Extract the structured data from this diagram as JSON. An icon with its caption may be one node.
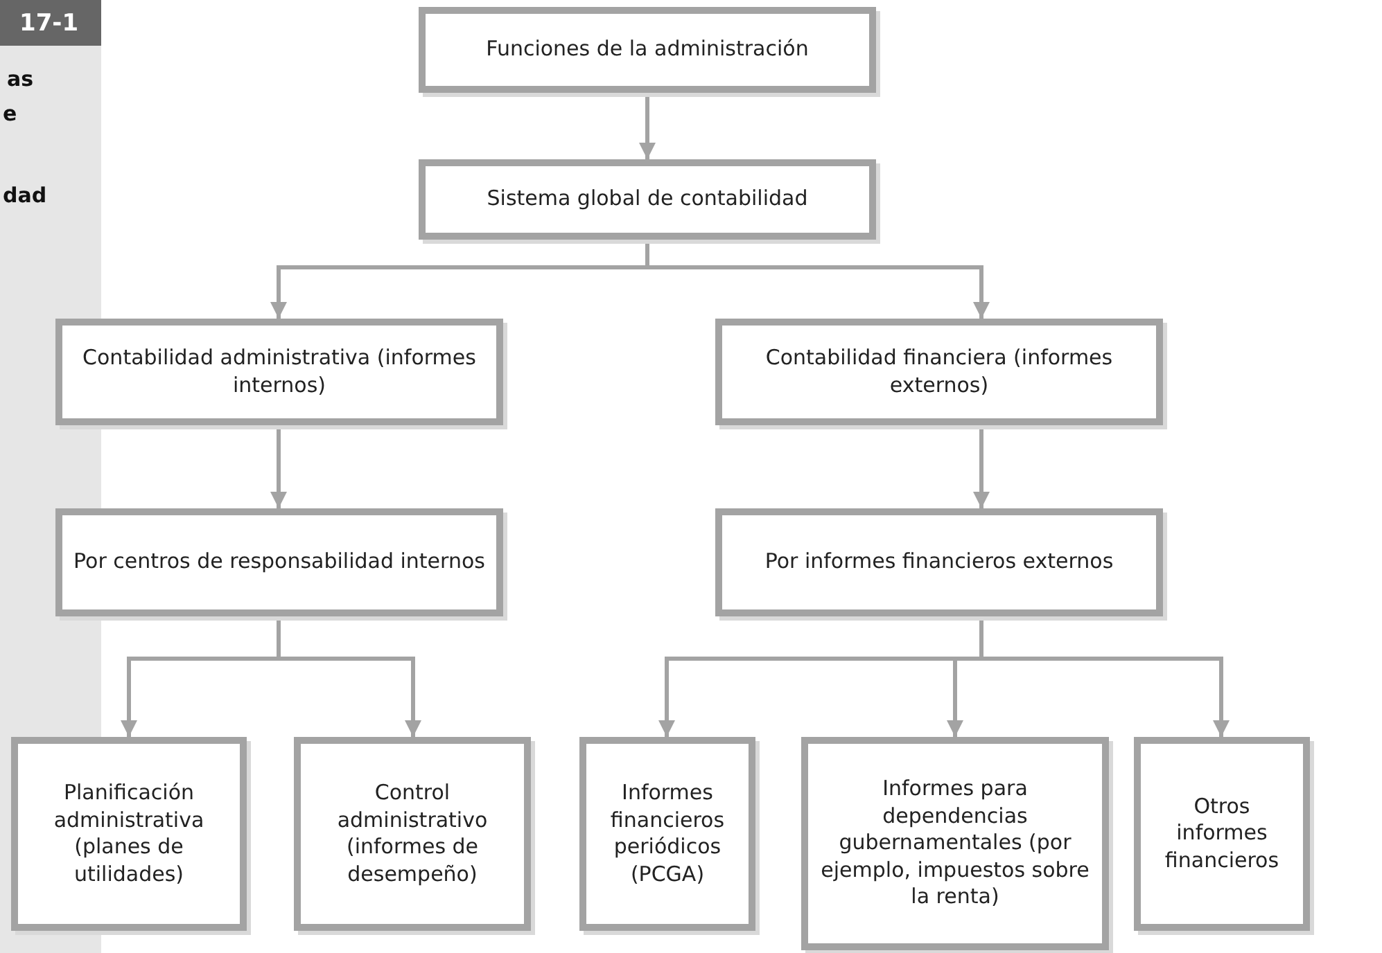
{
  "diagram": {
    "nodes": [
      {
        "text": [
          "Funciones de la administración"
        ]
      },
      {
        "text": [
          "Sistema global de contabilidad"
        ]
      },
      {
        "text": [
          "Contabilidad administrativa (informes internos)"
        ]
      },
      {
        "text": [
          "Contabilidad financiera (informes externos)"
        ]
      },
      {
        "text": [
          "Por centros de responsabilidad internos"
        ]
      },
      {
        "text": [
          "Por informes financieros externos"
        ]
      },
      {
        "text": [
          "Planificación administrativa (planes de utilidades)"
        ]
      },
      {
        "text": [
          "Control administrativo (informes de desempeño)"
        ]
      },
      {
        "text": [
          "Informes financieros periódicos (PCGA)"
        ]
      },
      {
        "text": [
          "Informes para dependencias gubernamentales (por ejemplo, impuestos sobre la renta)"
        ]
      },
      {
        "text": [
          "Otros informes financieros"
        ]
      }
    ],
    "edges": [
      {
        "from": 0,
        "to": 1,
        "arrow": "to"
      },
      {
        "from": 1,
        "to": 2,
        "arrow": "to"
      },
      {
        "from": 1,
        "to": 3,
        "arrow": "to"
      },
      {
        "from": 2,
        "to": 4,
        "arrow": "to"
      },
      {
        "from": 3,
        "to": 5,
        "arrow": "to"
      },
      {
        "from": 4,
        "to": 6,
        "arrow": "to"
      },
      {
        "from": 4,
        "to": 7,
        "arrow": "to"
      },
      {
        "from": 5,
        "to": 8,
        "arrow": "to"
      },
      {
        "from": 5,
        "to": 9,
        "arrow": "to"
      },
      {
        "from": 5,
        "to": 10,
        "arrow": "to"
      }
    ],
    "labels": [
      "17-1",
      "as",
      "e",
      "dad"
    ]
  }
}
